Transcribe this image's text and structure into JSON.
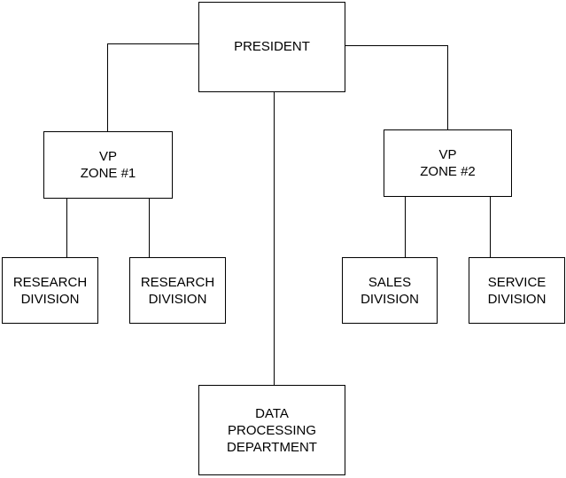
{
  "org_chart": {
    "president": {
      "lines": [
        "PRESIDENT"
      ]
    },
    "vp_zone_1": {
      "lines": [
        "VP",
        "ZONE #1"
      ]
    },
    "vp_zone_2": {
      "lines": [
        "VP",
        "ZONE #2"
      ]
    },
    "research_division_1": {
      "lines": [
        "RESEARCH",
        "DIVISION"
      ]
    },
    "research_division_2": {
      "lines": [
        "RESEARCH",
        "DIVISION"
      ]
    },
    "sales_division": {
      "lines": [
        "SALES",
        "DIVISION"
      ]
    },
    "service_division": {
      "lines": [
        "SERVICE",
        "DIVISION"
      ]
    },
    "data_processing_department": {
      "lines": [
        "DATA",
        "PROCESSING",
        "DEPARTMENT"
      ]
    }
  }
}
